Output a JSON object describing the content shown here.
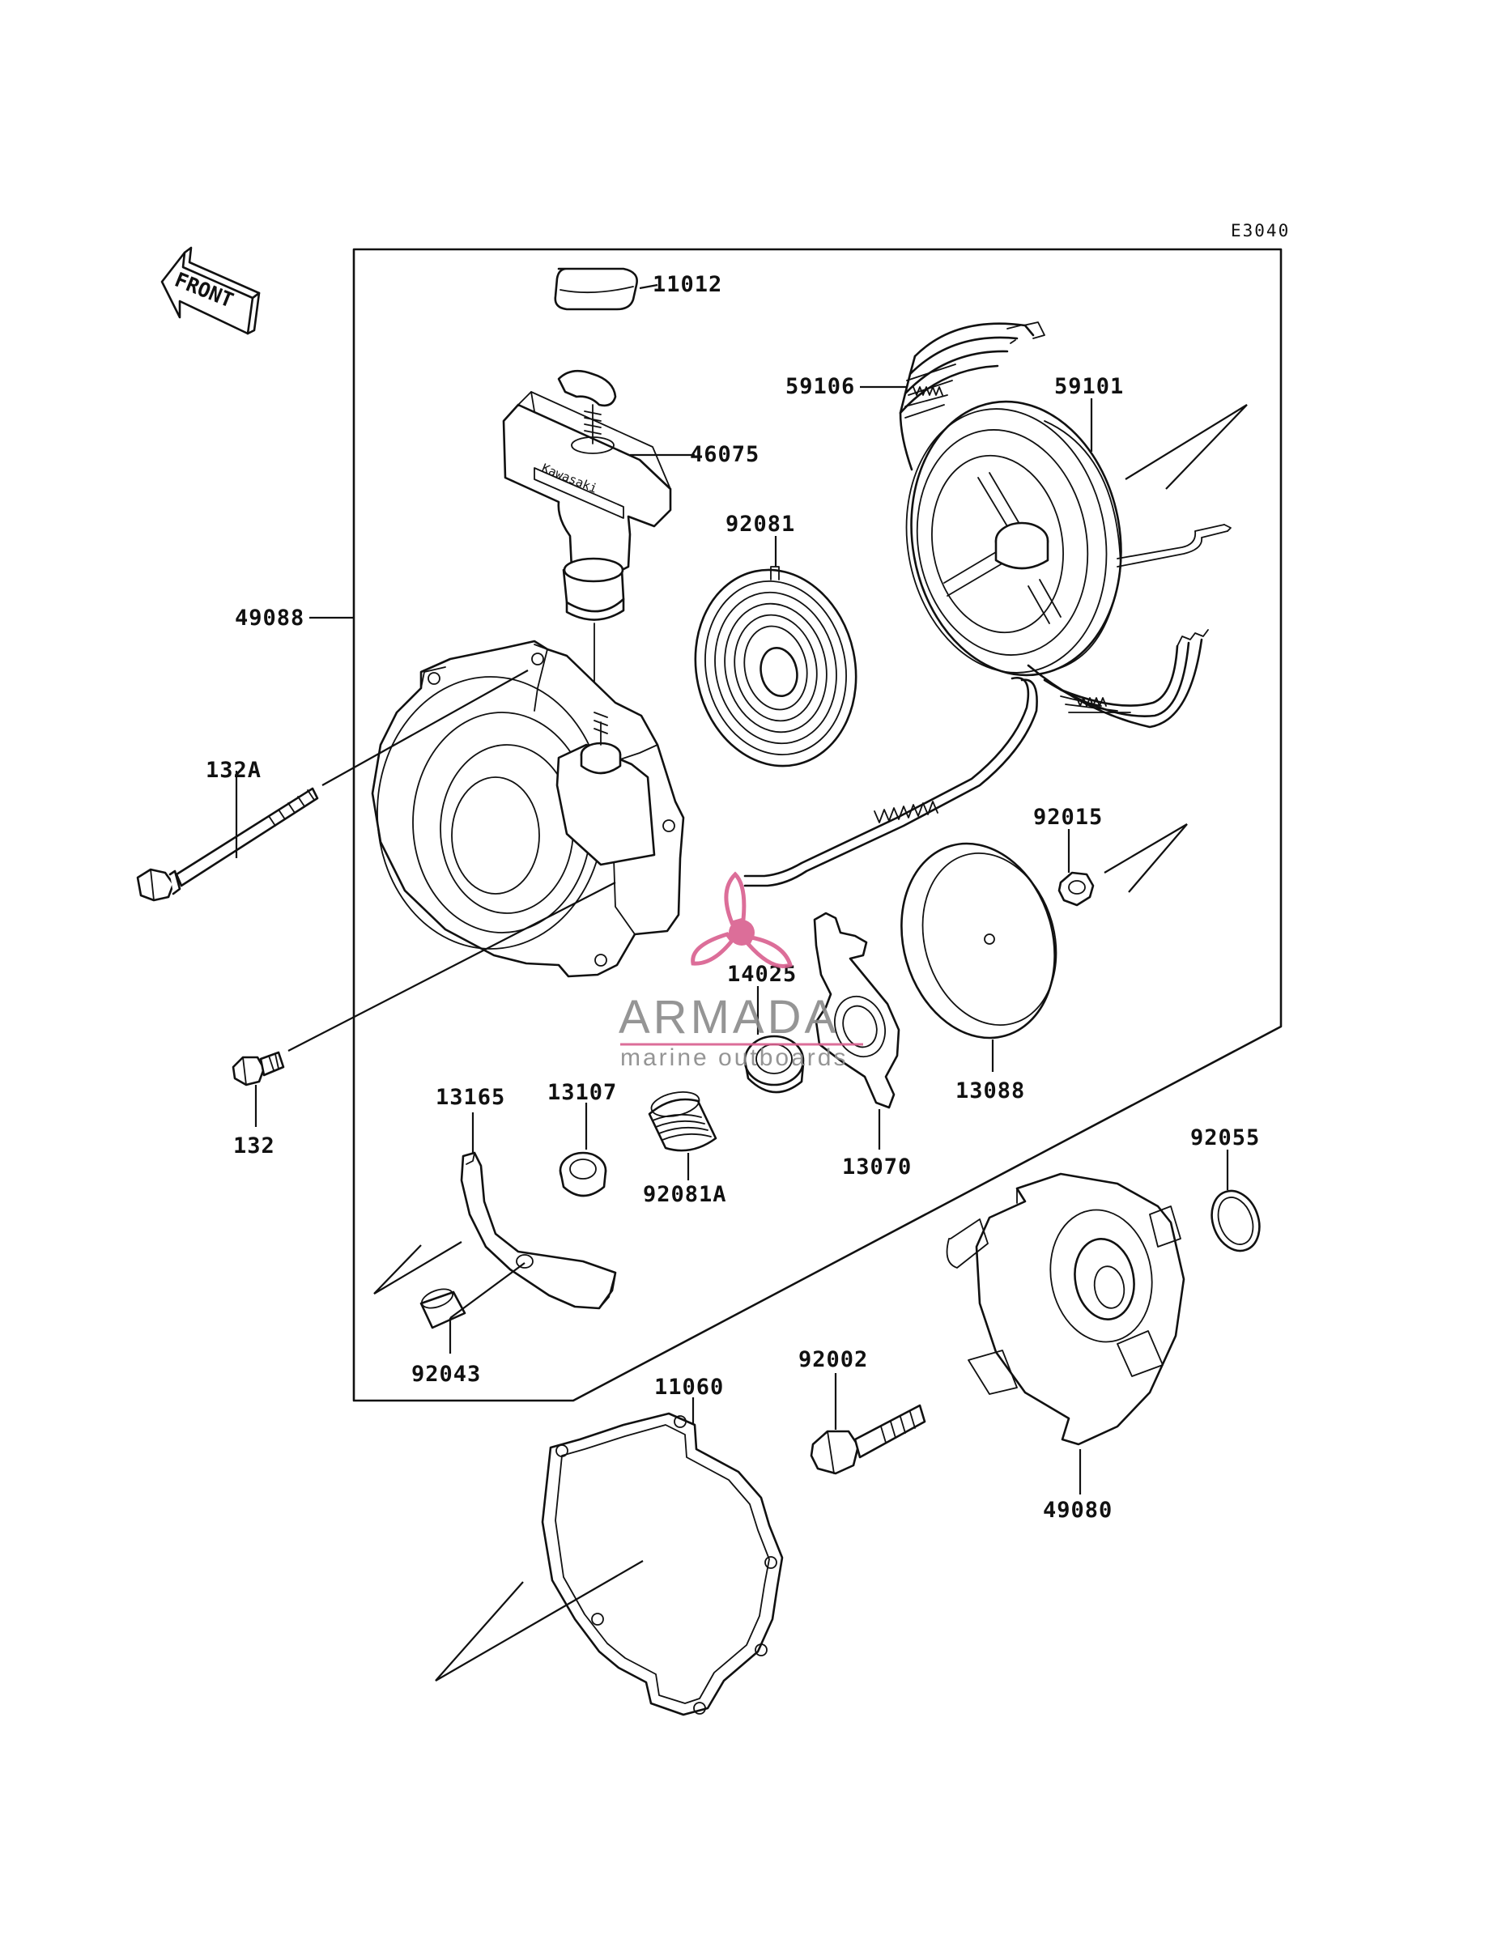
{
  "diagram": {
    "ref_code": "E3040",
    "front_label": "FRONT",
    "handle_brand": "Kawasaki",
    "parts": {
      "p11012": "11012",
      "p46075": "46075",
      "p59106": "59106",
      "p59101": "59101",
      "p92081": "92081",
      "p49088": "49088",
      "p132A": "132A",
      "p92015": "92015",
      "p14025": "14025",
      "p13088": "13088",
      "p132": "132",
      "p13165": "13165",
      "p13107": "13107",
      "p92081A": "92081A",
      "p13070": "13070",
      "p92055": "92055",
      "p92043": "92043",
      "p11060": "11060",
      "p92002": "92002",
      "p49080": "49080"
    }
  },
  "watermark": {
    "name": "ARMADA",
    "tagline": "marine outboards",
    "logo_color": "#d95f8e",
    "text_color": "#8a8a8a"
  }
}
